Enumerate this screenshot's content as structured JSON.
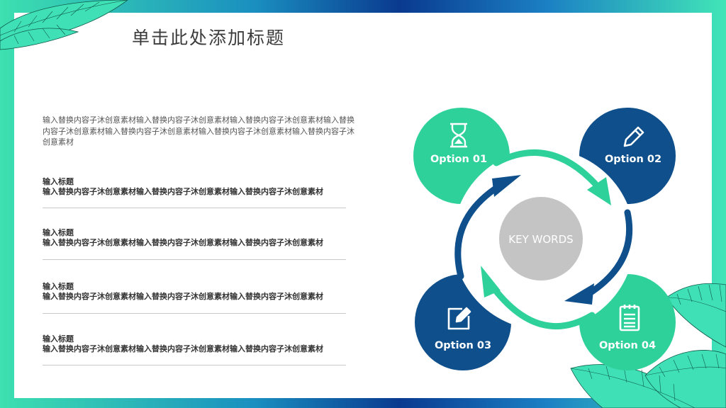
{
  "slide": {
    "title": "单击此处添加标题",
    "intro": "输入替换内容子沐创意素材输入替换内容子沐创意素材输入替换内容子沐创意素材输入替换内容子沐创意素材输入替换内容子沐创意素材输入替换内容子沐创意素材输入替换内容子沐创意素材",
    "items": [
      {
        "heading": "输入标题",
        "body": "输入替换内容子沐创意素材输入替换内容子沐创意素材输入替换内容子沐创意素材"
      },
      {
        "heading": "输入标题",
        "body": "输入替换内容子沐创意素材输入替换内容子沐创意素材输入替换内容子沐创意素材"
      },
      {
        "heading": "输入标题",
        "body": "输入替换内容子沐创意素材输入替换内容子沐创意素材输入替换内容子沐创意素材"
      },
      {
        "heading": "输入标题",
        "body": "输入替换内容子沐创意素材输入替换内容子沐创意素材输入替换内容子沐创意素材"
      }
    ]
  },
  "diagram": {
    "center": "KEY WORDS",
    "options": [
      {
        "label": "Option 01",
        "icon": "hourglass-icon",
        "color": "#2fd19b"
      },
      {
        "label": "Option 02",
        "icon": "pen-icon",
        "color": "#0e4f8c"
      },
      {
        "label": "Option 03",
        "icon": "edit-icon",
        "color": "#0e4f8c"
      },
      {
        "label": "Option 04",
        "icon": "notepad-icon",
        "color": "#2fd19b"
      }
    ]
  },
  "colors": {
    "accent_green": "#2fd19b",
    "accent_blue": "#0e4f8c",
    "center_gray": "#c4c4c4"
  }
}
